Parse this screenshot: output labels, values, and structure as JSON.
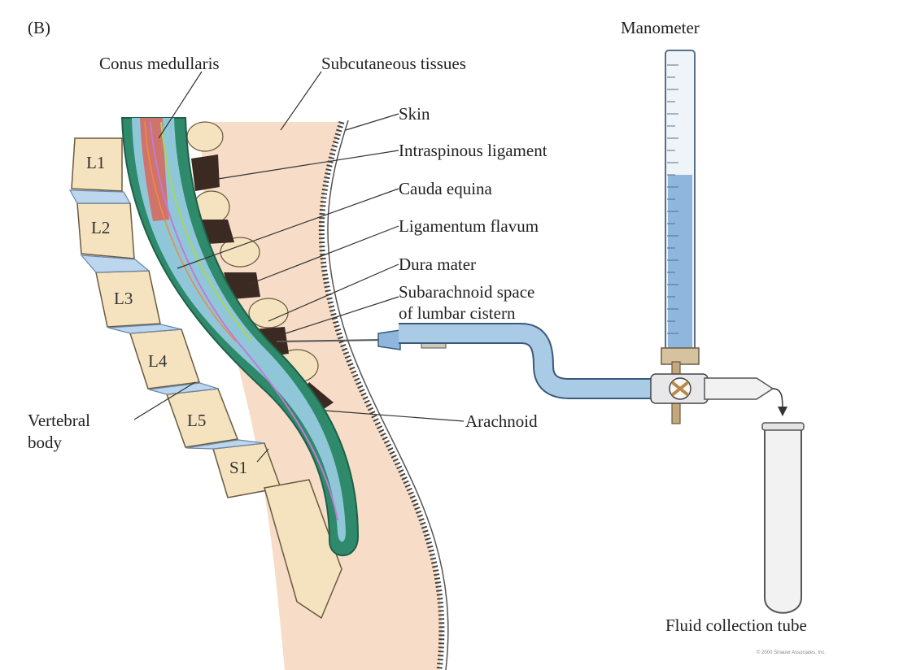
{
  "panel_label": "(B)",
  "vertebrae": [
    "L1",
    "L2",
    "L3",
    "L4",
    "L5",
    "S1"
  ],
  "labels": {
    "conus_medullaris": "Conus medullaris",
    "subcutaneous_tissues": "Subcutaneous tissues",
    "skin": "Skin",
    "intraspinous_ligament": "Intraspinous ligament",
    "cauda_equina": "Cauda equina",
    "ligamentum_flavum": "Ligamentum flavum",
    "dura_mater": "Dura mater",
    "subarachnoid_line1": "Subarachnoid space",
    "subarachnoid_line2": "of lumbar cistern",
    "vertebral_line1": "Vertebral",
    "vertebral_line2": "body",
    "arachnoid": "Arachnoid",
    "manometer": "Manometer",
    "fluid_collection_tube": "Fluid collection tube",
    "copyright": "© 2000 Sinauer Associates, Inc."
  },
  "colors": {
    "skin_tissue": "#f7ddc8",
    "bone": "#f5e3bf",
    "disc_blue": "#bcd6ee",
    "dural_green": "#2e8a6a",
    "csf_blue": "#8fc6d8",
    "ligament_dark": "#3a2a22",
    "manometer_blue": "#8fb6dc",
    "tube_blue": "#a9cbe6"
  }
}
